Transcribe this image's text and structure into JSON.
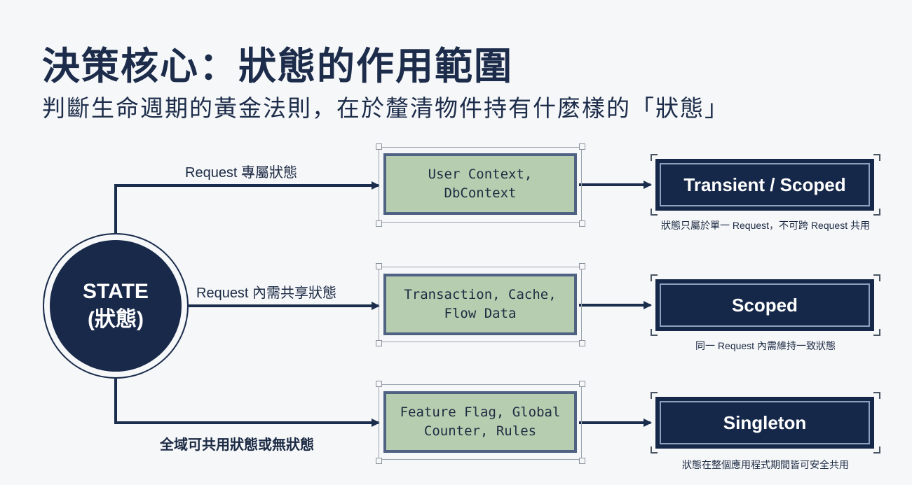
{
  "title": "決策核心：狀態的作用範圍",
  "subtitle": "判斷生命週期的黃金法則，在於釐清物件持有什麼樣的「狀態」",
  "state_node": {
    "line1": "STATE",
    "line2": "(狀態)"
  },
  "branches": [
    {
      "label": "Request 專屬狀態",
      "examples": "User Context,\nDbContext",
      "lifetime": "Transient / Scoped",
      "caption": "狀態只屬於單一 Request，不可跨 Request 共用"
    },
    {
      "label": "Request 內需共享狀態",
      "examples": "Transaction, Cache,\nFlow Data",
      "lifetime": "Scoped",
      "caption": "同一 Request 內需維持一致狀態"
    },
    {
      "label": "全域可共用狀態或無狀態",
      "examples": "Feature Flag, Global\nCounter, Rules",
      "lifetime": "Singleton",
      "caption": "狀態在整個應用程式期間皆可安全共用"
    }
  ],
  "colors": {
    "navy": "#162849",
    "sage": "#b7cdb0",
    "background": "#f6f7f8"
  }
}
